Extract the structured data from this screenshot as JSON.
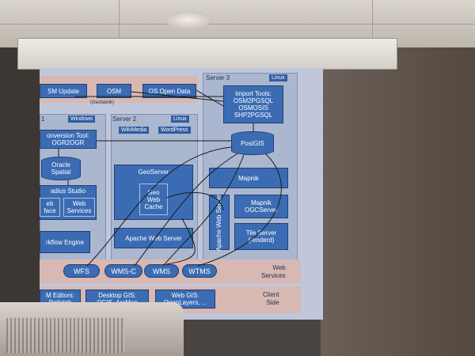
{
  "diagram": {
    "servers": {
      "server3": "Server 3",
      "server3_os": "Linux",
      "server1_os": "Windows",
      "server2": "Server 2",
      "server2_os": "Linux",
      "server1_prefix": "1"
    },
    "sources": {
      "osm_update": "SM Update",
      "osm": "OSM",
      "osm_sub": "(Geofabrik)",
      "os_open_data": "OS Open Data"
    },
    "import_tools": [
      "Import Tools:",
      "OSM2PGSQL",
      "OSMOSIS",
      "SHP2PGSQL"
    ],
    "server2_tags": [
      "WikiMedia",
      "WordPress"
    ],
    "conversion": [
      "onversion Tool:",
      "OGR2OGR"
    ],
    "oracle": [
      "Oracle",
      "Spatial"
    ],
    "postgis": "PostGIS",
    "radius": {
      "title": "adius Studio",
      "web_iface": [
        "eb",
        "face"
      ],
      "web_services": [
        "Web",
        "Services"
      ]
    },
    "workflow": "rkflow Engine",
    "geoserver": "GeoServer",
    "geowebcache": [
      "Geo",
      "Web",
      "Cache"
    ],
    "apache": "Apache Web Server",
    "mapnik": "Mapnik",
    "apache_vertical": "Apache Web Server",
    "mapnik_ogc": [
      "Mapnik",
      "OGCServer"
    ],
    "tile_server": [
      "Tile Server",
      "(renderd)"
    ],
    "web_services": {
      "items": [
        "WFS",
        "WMS-C",
        "WMS",
        "WTMS"
      ],
      "label": [
        "Web",
        "Services"
      ]
    },
    "client_side": {
      "items": [
        [
          "M Editors:",
          "Potlatch"
        ],
        [
          "Desktop GIS:",
          "QGIS, ArcMap"
        ],
        [
          "Web GIS:",
          "OpenLayers, ..."
        ]
      ],
      "label": [
        "Client",
        "Side"
      ]
    }
  },
  "colors": {
    "box_blue": "#3b6cb3",
    "region_grey": "#aab7cf",
    "band_pink": "#d8b8b2",
    "screen_bg": "#c0c7da"
  }
}
